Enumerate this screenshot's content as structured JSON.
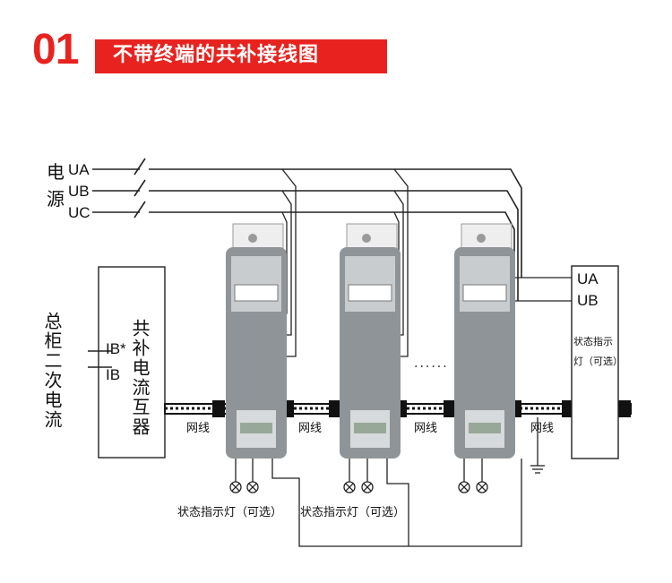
{
  "header": {
    "number": "01",
    "title": "不带终端的共补接线图"
  },
  "power": {
    "label_1": "电",
    "label_2": "源",
    "phases": [
      "UA",
      "UB",
      "UC"
    ]
  },
  "cabinet": {
    "label": "总柜二次电流",
    "ib_star": "IB*",
    "ib": "IB"
  },
  "transformer": {
    "label": "共补电流互器"
  },
  "network": {
    "labels": [
      "网线",
      "网线",
      "网线",
      "网线"
    ]
  },
  "ellipsis": "......",
  "terminal": {
    "ua": "UA",
    "ub": "UB",
    "indicator": "状态指示",
    "indicator_2": "灯（可选）"
  },
  "bottom": {
    "indicator_1": "状态指示灯（可选）",
    "indicator_2": "状态指示灯（可选）"
  },
  "colors": {
    "accent": "#e8231f",
    "wire": "#222222",
    "device_body": "#8f9498",
    "device_light": "#c9ccce",
    "network_cable": "#111111"
  }
}
